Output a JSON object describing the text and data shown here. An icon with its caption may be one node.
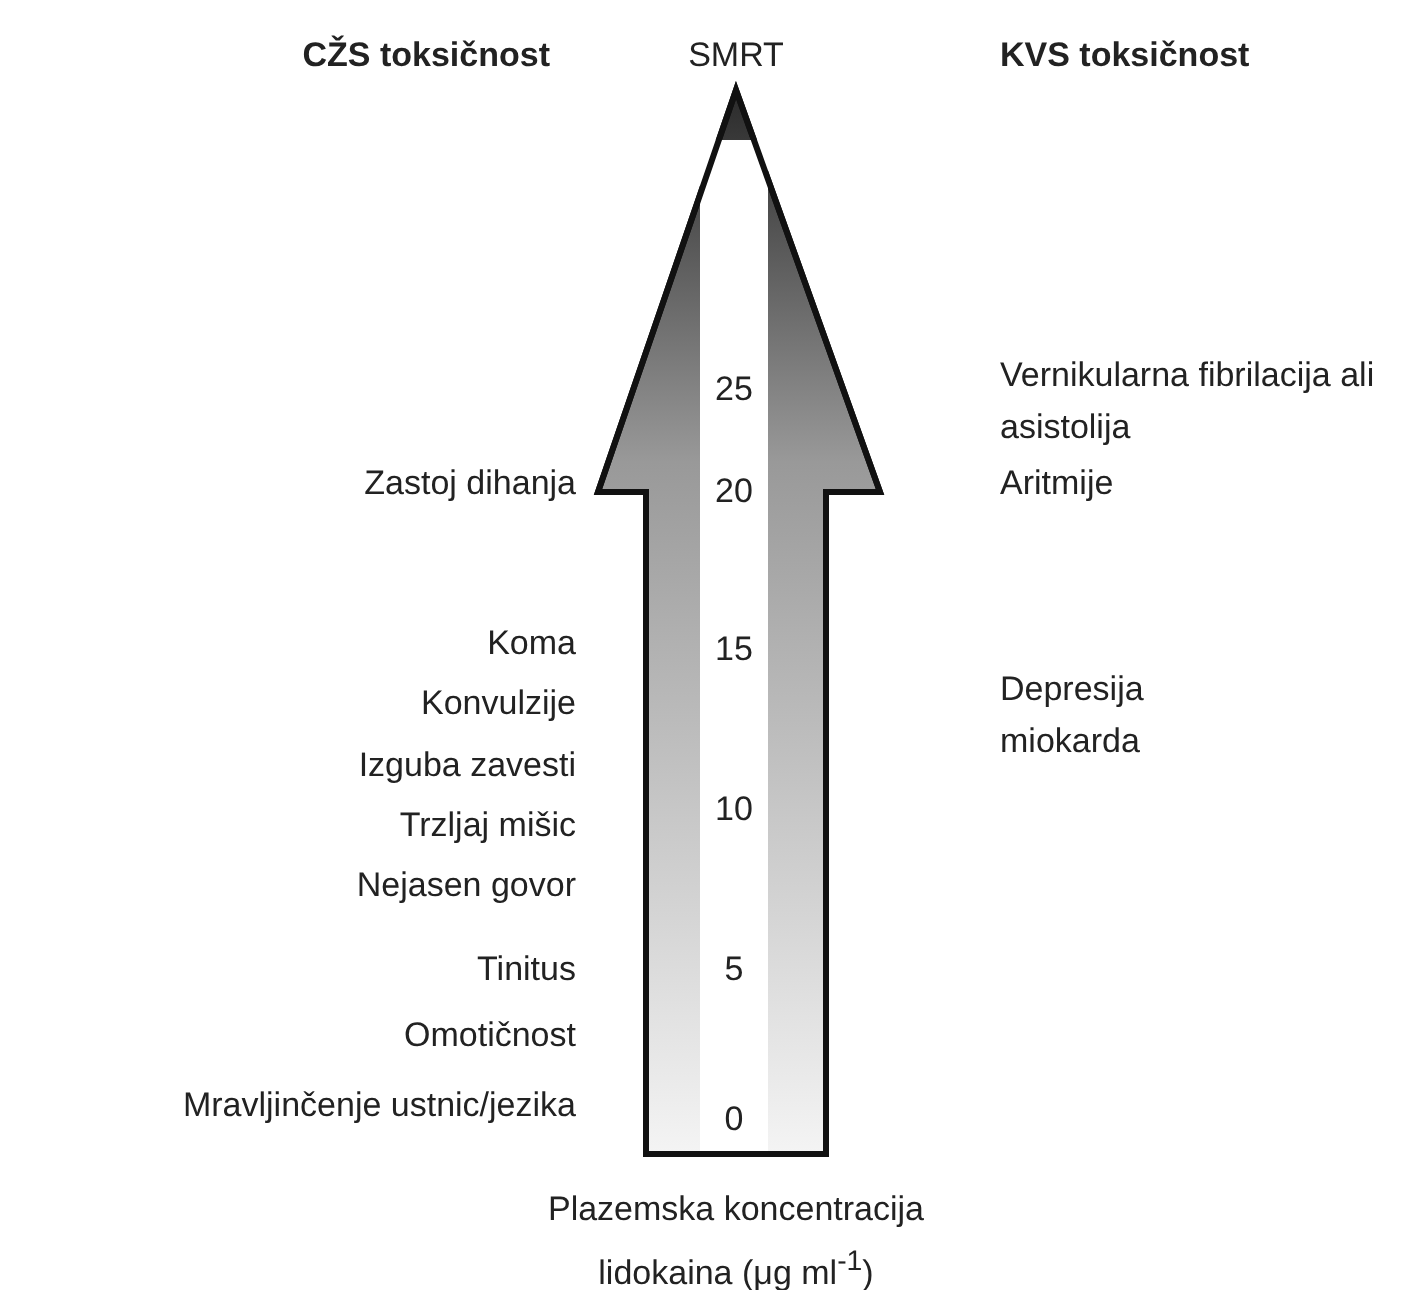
{
  "diagram": {
    "labels": [
      "CŽS toksičnost",
      "SMRT",
      "KVS toksičnost",
      "Vernikularna fibrilacija ali asistolija",
      "25",
      "Zastoj dihanja",
      "20",
      "Aritmije",
      "Koma",
      "15",
      "Konvulzije",
      "Depresija miokarda",
      "Izguba zavesti",
      "10",
      "Trzljaj mišic",
      "Nejasen govor",
      "Tinitus",
      "5",
      "Omotičnost",
      "Mravljinčenje ustnic/jezika",
      "0",
      "Plazemska koncentracija lidokaina (μg ml$^{-1}$)"
    ]
  }
}
